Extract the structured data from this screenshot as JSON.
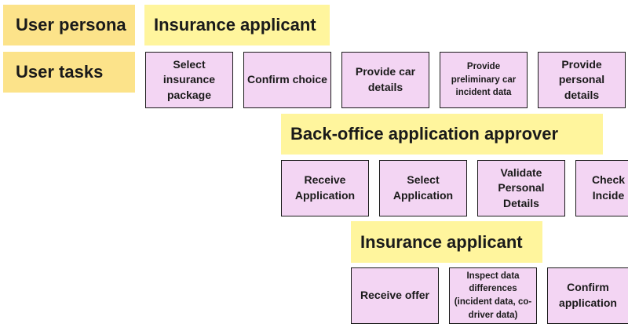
{
  "row_labels": {
    "persona": "User persona",
    "tasks": "User tasks"
  },
  "lane1": {
    "persona": "Insurance applicant",
    "tasks": [
      "Select insurance package",
      "Confirm choice",
      "Provide car details",
      "Provide preliminary car incident data",
      "Provide personal details"
    ]
  },
  "lane2": {
    "persona": "Back-office application approver",
    "tasks": [
      "Receive Application",
      "Select Application",
      "Validate Personal Details",
      "Check Incide"
    ]
  },
  "lane3": {
    "persona": "Insurance applicant",
    "tasks": [
      "Receive offer",
      "Inspect data differences (incident data, co-driver data)",
      "Confirm application"
    ]
  },
  "colors": {
    "row_label_bg": "#fce38a",
    "persona_bg": "#fff59d",
    "task_bg": "#f3d5f3",
    "border": "#1a1a1a"
  }
}
